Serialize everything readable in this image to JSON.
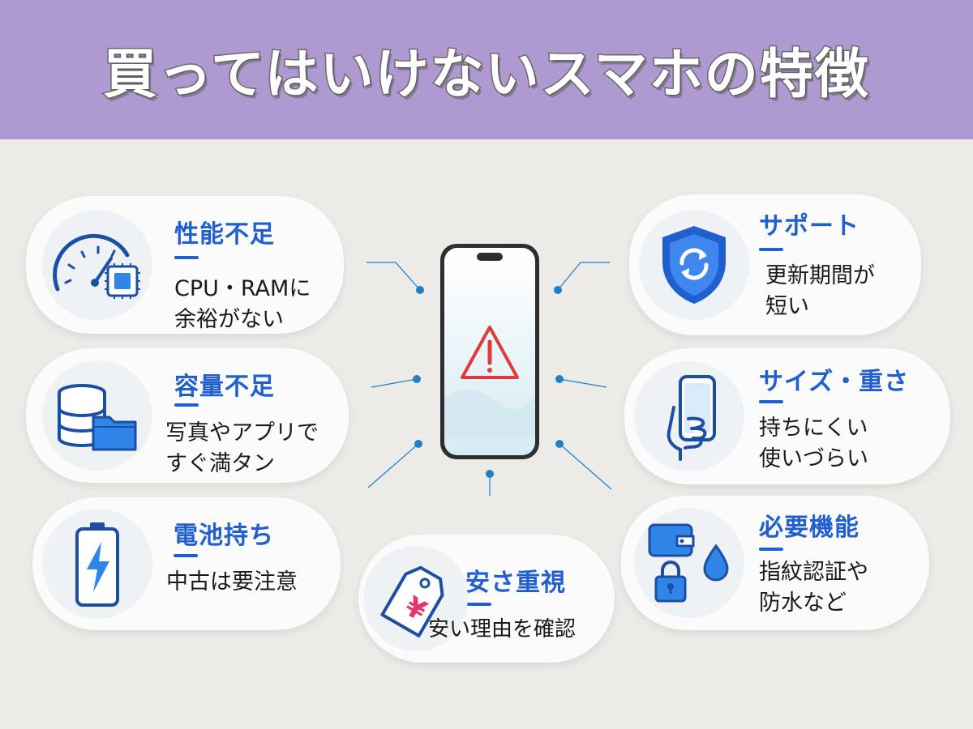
{
  "title": "買ってはいけないスマホの特徴",
  "colors": {
    "header_bg": "#ae9ad0",
    "accent_blue": "#1f5fcf",
    "warning_red": "#e03a3a",
    "yen_pink": "#e8336e"
  },
  "features": [
    {
      "title": "性能不足",
      "desc_line1": "CPU・RAMに",
      "desc_line2": "余裕がない",
      "icon": "speedometer-chip-icon"
    },
    {
      "title": "容量不足",
      "desc_line1": "写真やアプリで",
      "desc_line2": "すぐ満タン",
      "icon": "database-folder-icon"
    },
    {
      "title": "電池持ち",
      "desc_line1": "中古は要注意",
      "icon": "battery-bolt-icon"
    },
    {
      "title": "安さ重視",
      "desc_line1": "安い理由を確認",
      "icon": "yen-price-tag-icon"
    },
    {
      "title": "サポート",
      "desc_line1": "更新期間が",
      "desc_line2": "短い",
      "icon": "shield-update-icon"
    },
    {
      "title": "サイズ・重さ",
      "desc_line1": "持ちにくい",
      "desc_line2": "使いづらい",
      "icon": "hand-holding-phone-icon"
    },
    {
      "title": "必要機能",
      "desc_line1": "指紋認証や",
      "desc_line2": "防水など",
      "icon": "wallet-lock-water-icon"
    }
  ],
  "center_icon": "phone-warning-icon"
}
